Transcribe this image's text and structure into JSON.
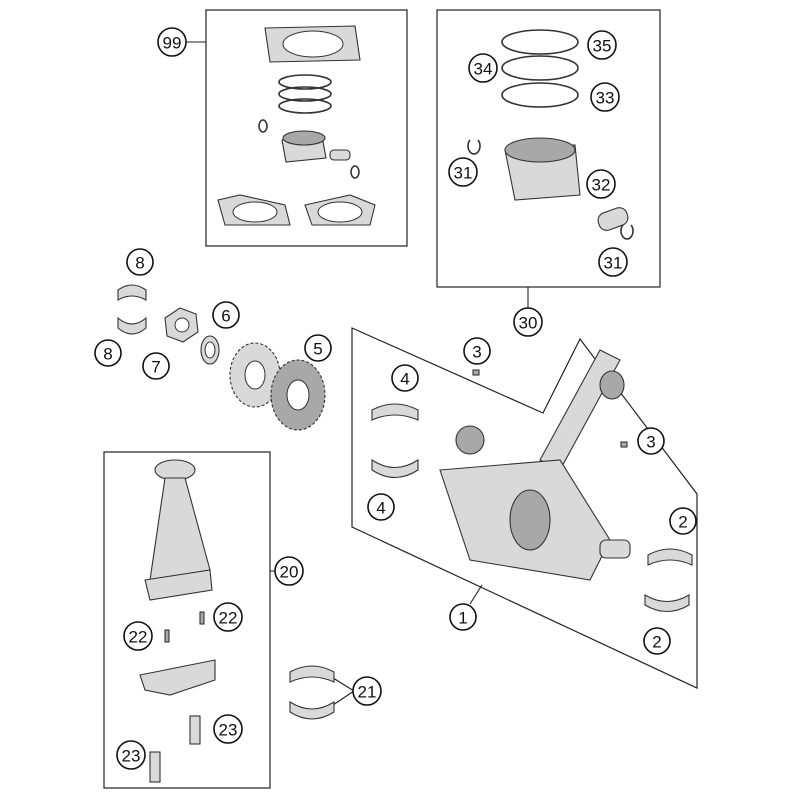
{
  "diagram": {
    "callouts": [
      {
        "id": "c99",
        "label": "99"
      },
      {
        "id": "c35",
        "label": "35"
      },
      {
        "id": "c34",
        "label": "34"
      },
      {
        "id": "c33",
        "label": "33"
      },
      {
        "id": "c31a",
        "label": "31"
      },
      {
        "id": "c32",
        "label": "32"
      },
      {
        "id": "c31b",
        "label": "31"
      },
      {
        "id": "c30",
        "label": "30"
      },
      {
        "id": "c8a",
        "label": "8"
      },
      {
        "id": "c8b",
        "label": "8"
      },
      {
        "id": "c7",
        "label": "7"
      },
      {
        "id": "c6",
        "label": "6"
      },
      {
        "id": "c5",
        "label": "5"
      },
      {
        "id": "c3a",
        "label": "3"
      },
      {
        "id": "c3b",
        "label": "3"
      },
      {
        "id": "c4a",
        "label": "4"
      },
      {
        "id": "c4b",
        "label": "4"
      },
      {
        "id": "c2a",
        "label": "2"
      },
      {
        "id": "c2b",
        "label": "2"
      },
      {
        "id": "c1",
        "label": "1"
      },
      {
        "id": "c20",
        "label": "20"
      },
      {
        "id": "c22a",
        "label": "22"
      },
      {
        "id": "c22b",
        "label": "22"
      },
      {
        "id": "c21",
        "label": "21"
      },
      {
        "id": "c23a",
        "label": "23"
      },
      {
        "id": "c23b",
        "label": "23"
      }
    ]
  }
}
